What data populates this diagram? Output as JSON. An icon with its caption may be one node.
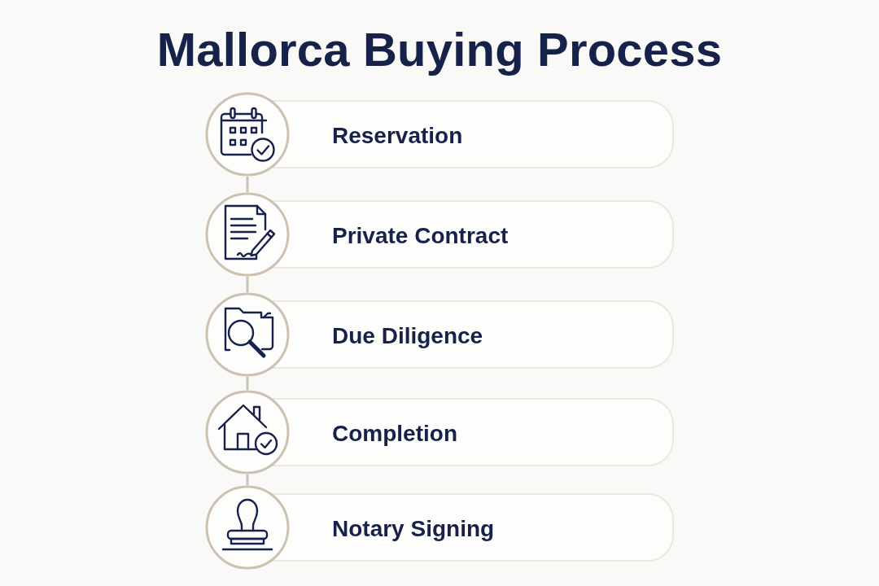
{
  "diagram": {
    "title": "Mallorca Buying Process",
    "nodes": [
      {
        "text": [
          "Reservation"
        ]
      },
      {
        "text": [
          "Private Contract"
        ]
      },
      {
        "text": [
          "Due Diligence"
        ]
      },
      {
        "text": [
          "Completion"
        ]
      },
      {
        "text": [
          "Notary Signing"
        ]
      }
    ],
    "edges": [
      {
        "from": 0,
        "to": 1,
        "arrow": "none"
      },
      {
        "from": 1,
        "to": 2,
        "arrow": "none"
      },
      {
        "from": 2,
        "to": 3,
        "arrow": "none"
      },
      {
        "from": 3,
        "to": 4,
        "arrow": "none"
      }
    ]
  }
}
